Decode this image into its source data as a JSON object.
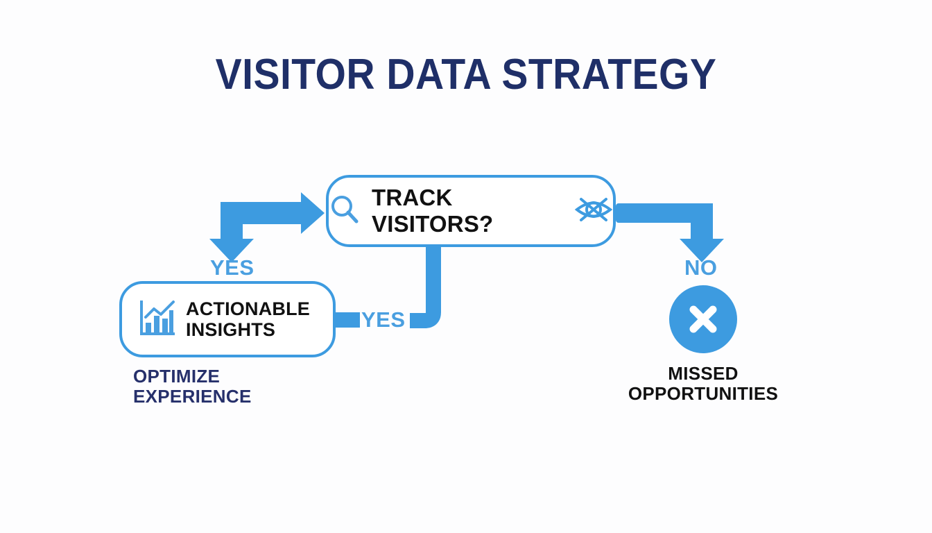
{
  "title": "VISITOR DATA STRATEGY",
  "colors": {
    "background": "#fdfdfe",
    "title_navy": "#1f2f68",
    "accent_blue": "#3d9be0",
    "label_blue": "#4a9fe0",
    "text_black": "#111111",
    "caption_navy": "#26306b"
  },
  "decision": {
    "label": "TRACK VISITORS?",
    "left_icon": "magnifier-icon",
    "right_icon": "eye-crossed-icon"
  },
  "outcome": {
    "label": "ACTIONABLE\nINSIGHTS",
    "icon": "bar-chart-trend-icon"
  },
  "branches": {
    "yes_left": "YES",
    "yes_mid": "YES",
    "no_right": "NO"
  },
  "terminal": {
    "icon": "x-circle-icon",
    "caption": "MISSED\nOPPORTUNITIES"
  },
  "captions": {
    "optimize": "OPTIMIZE\nEXPERIENCE"
  }
}
